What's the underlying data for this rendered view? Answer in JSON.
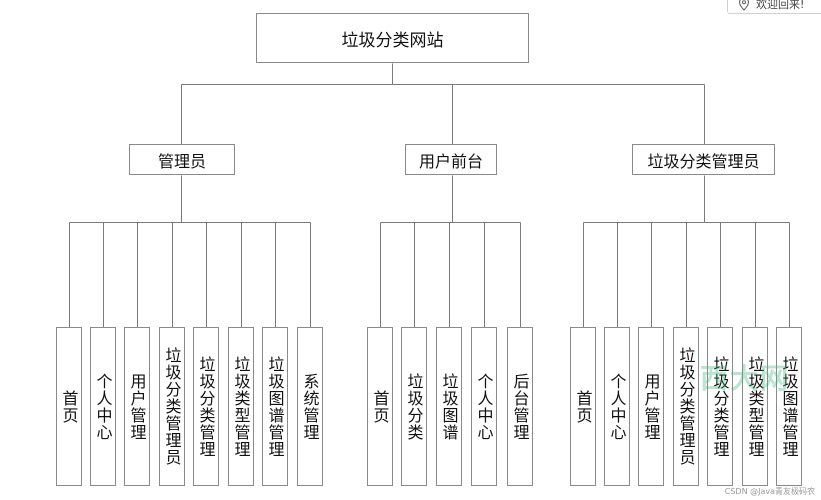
{
  "root": {
    "label": "垃圾分类网站"
  },
  "categories": [
    {
      "label": "管理员",
      "leaves": [
        "首页",
        "个人中心",
        "用户管理",
        "垃圾分类管理员",
        "垃圾分类管理",
        "垃圾类型管理",
        "垃圾图谱管理",
        "系统管理"
      ]
    },
    {
      "label": "用户前台",
      "leaves": [
        "首页",
        "垃圾分类",
        "垃圾图谱",
        "个人中心",
        "后台管理"
      ]
    },
    {
      "label": "垃圾分类管理员",
      "leaves": [
        "首页",
        "个人中心",
        "用户管理",
        "垃圾分类管理员",
        "垃圾分类管理",
        "垃圾类型管理",
        "垃圾图谱管理"
      ]
    }
  ],
  "welcome": {
    "text": "欢迎回来!",
    "icon": "location-pin-icon"
  },
  "watermark": {
    "logo_text": "西大网",
    "credit": "CSDN @Java青友极码农"
  },
  "colors": {
    "line": "#7a7a7a",
    "border": "#8a8a8a"
  }
}
